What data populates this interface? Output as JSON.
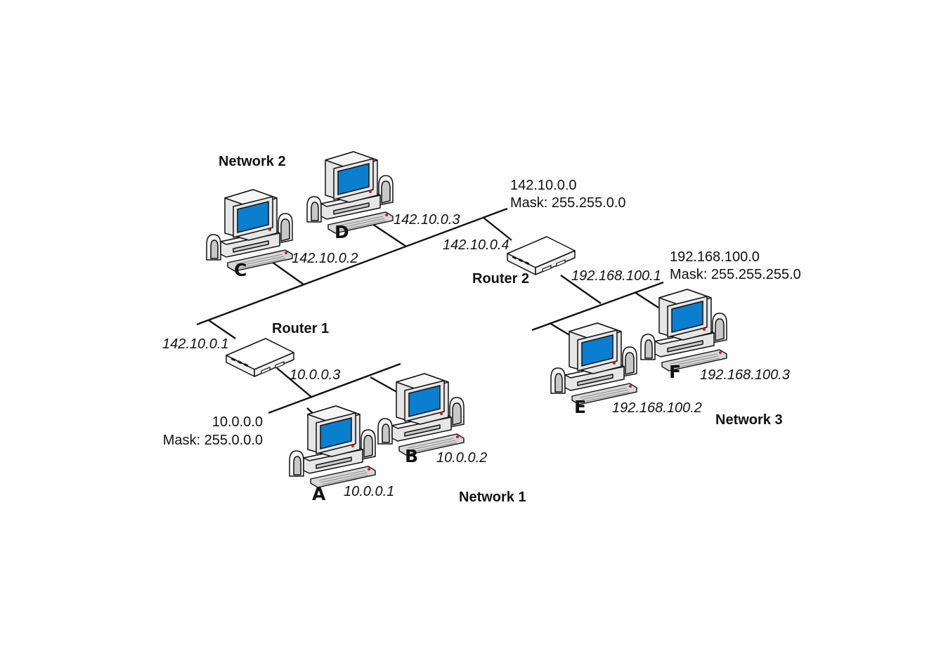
{
  "networks": {
    "net1": {
      "label": "Network 1",
      "address": "10.0.0.0",
      "mask": "Mask: 255.0.0.0"
    },
    "net2": {
      "label": "Network 2",
      "address": "142.10.0.0",
      "mask": "Mask: 255.255.0.0"
    },
    "net3": {
      "label": "Network 3",
      "address": "192.168.100.0",
      "mask": "Mask: 255.255.255.0"
    }
  },
  "routers": {
    "r1": {
      "label": "Router 1",
      "ip_net2": "142.10.0.1",
      "ip_net1": "10.0.0.3"
    },
    "r2": {
      "label": "Router 2",
      "ip_net2": "142.10.0.4",
      "ip_net3": "192.168.100.1"
    }
  },
  "hosts": {
    "A": {
      "letter": "A",
      "ip": "10.0.0.1"
    },
    "B": {
      "letter": "B",
      "ip": "10.0.0.2"
    },
    "C": {
      "letter": "C",
      "ip": "142.10.0.2"
    },
    "D": {
      "letter": "D",
      "ip": "142.10.0.3"
    },
    "E": {
      "letter": "E",
      "ip": "192.168.100.2"
    },
    "F": {
      "letter": "F",
      "ip": "192.168.100.3"
    }
  },
  "icons": {
    "computer": "desktop-computer-icon",
    "router": "router-icon"
  },
  "colors": {
    "screen": "#0a7fd0",
    "led": "#d51a1a"
  }
}
